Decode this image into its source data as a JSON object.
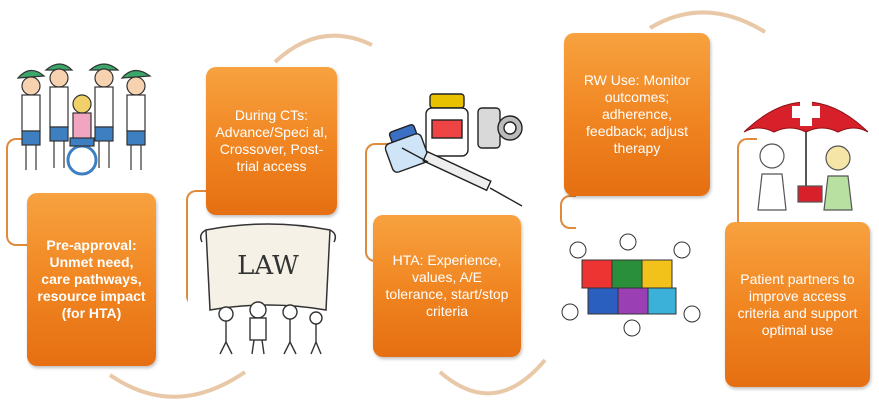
{
  "steps": [
    {
      "text": "Pre-approval: Unmet need, care pathways, resource impact (for HTA)",
      "image": "group-of-people-illustration"
    },
    {
      "text": "During CTs: Advance/Speci al, Crossover, Post-trial access",
      "image": "law-scroll-illustration"
    },
    {
      "text": "HTA: Experience, values, A/E tolerance, start/stop criteria",
      "image": "medicine-vials-syringe-illustration"
    },
    {
      "text": "RW Use: Monitor outcomes; adherence, feedback; adjust therapy",
      "image": "puzzle-teamwork-illustration"
    },
    {
      "text": "Patient partners to improve access criteria and support optimal use",
      "image": "umbrella-health-protection-illustration"
    }
  ],
  "colors": {
    "box": "#f08420",
    "connector": "#e9c8a8",
    "bracket": "#e08a3c"
  }
}
